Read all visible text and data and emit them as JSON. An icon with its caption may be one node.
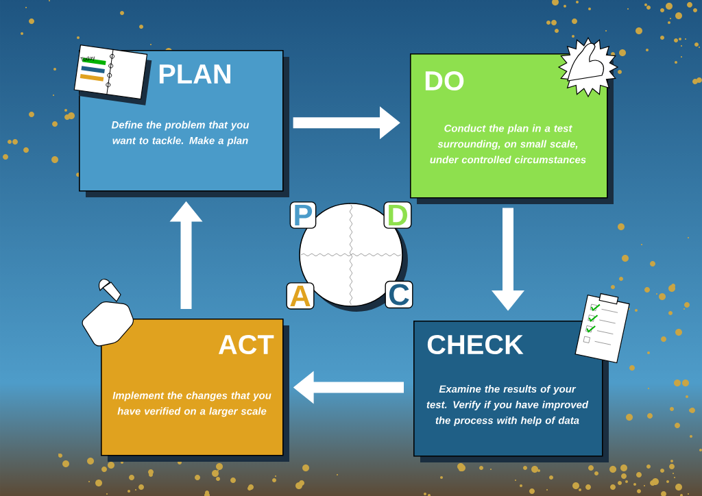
{
  "diagram": {
    "nodes": [
      {
        "text": [
          "PLAN",
          "Define the problem that you want to tackle. Make a plan"
        ]
      },
      {
        "text": [
          "DO",
          "Conduct the plan in a test surrounding, on small scale, under controlled circumstances"
        ]
      },
      {
        "text": [
          "CHECK",
          "Examine the results of your test. Verify if you have improved the process with help of data"
        ]
      },
      {
        "text": [
          "ACT",
          "Implement the changes that you have verified on a larger scale"
        ]
      },
      {
        "text": [
          "P",
          "D",
          "A",
          "C"
        ]
      }
    ],
    "edges": [
      {
        "from": 0,
        "to": 1,
        "arrow": "to"
      },
      {
        "from": 1,
        "to": 2,
        "arrow": "to"
      },
      {
        "from": 2,
        "to": 3,
        "arrow": "to"
      },
      {
        "from": 3,
        "to": 0,
        "arrow": "to"
      }
    ],
    "labels": [
      "Today"
    ]
  }
}
